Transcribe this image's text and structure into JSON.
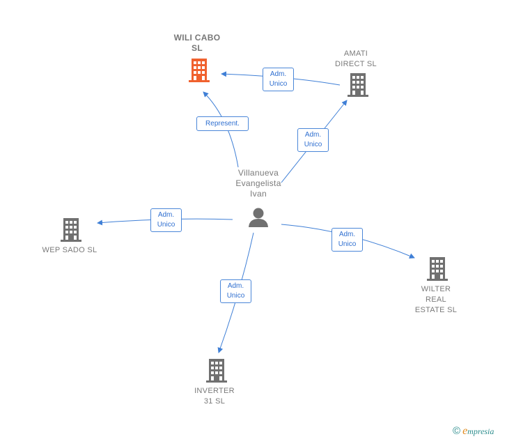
{
  "colors": {
    "edge": "#3f7fd6",
    "company_primary": "#f0612e",
    "company": "#707070",
    "person": "#707070",
    "label_text": "#2f6fd0"
  },
  "person": {
    "name": "Villanueva\nEvangelista\nIvan",
    "icon": "person-icon"
  },
  "companies": [
    {
      "id": "wili",
      "name": "WILI CABO\nSL",
      "primary": true,
      "icon": "building-icon"
    },
    {
      "id": "amati",
      "name": "AMATI\nDIRECT SL",
      "icon": "building-icon"
    },
    {
      "id": "wep",
      "name": "WEP SADO  SL",
      "icon": "building-icon"
    },
    {
      "id": "wilter",
      "name": "WILTER\nREAL\nESTATE  SL",
      "icon": "building-icon"
    },
    {
      "id": "inverter",
      "name": "INVERTER\n31  SL",
      "icon": "building-icon"
    }
  ],
  "relations": [
    {
      "id": "amati-wili",
      "label": "Adm.\nUnico"
    },
    {
      "id": "person-wili",
      "label": "Represent."
    },
    {
      "id": "person-amati",
      "label": "Adm.\nUnico"
    },
    {
      "id": "person-wep",
      "label": "Adm.\nUnico"
    },
    {
      "id": "person-wilter",
      "label": "Adm.\nUnico"
    },
    {
      "id": "person-inverter",
      "label": "Adm.\nUnico"
    }
  ],
  "footer": {
    "copyright_symbol": "©",
    "brand_first": "e",
    "brand_rest": "mpresia"
  }
}
